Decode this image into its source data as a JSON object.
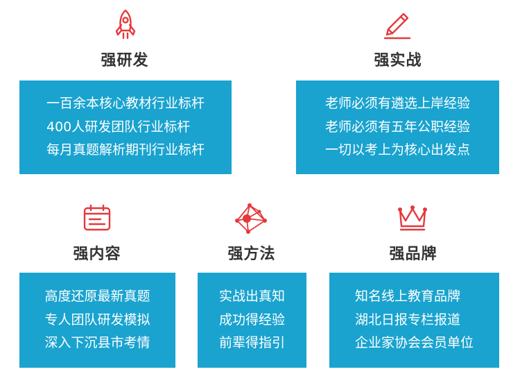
{
  "colors": {
    "accent_red": "#e4393c",
    "box_blue": "#1aa3cf",
    "title": "#333333"
  },
  "features": [
    {
      "icon": "rocket-icon",
      "title": "强研发",
      "lines": [
        "一百余本核心教材行业标杆",
        "400人研发团队行业标杆",
        "每月真题解析期刊行业标杆"
      ]
    },
    {
      "icon": "pencil-icon",
      "title": "强实战",
      "lines": [
        "老师必须有遴选上岸经验",
        "老师必须有五年公职经验",
        "一切以考上为核心出发点"
      ]
    },
    {
      "icon": "calendar-icon",
      "title": "强内容",
      "lines": [
        "高度还原最新真题",
        "专人团队研发模拟",
        "深入下沉县市考情"
      ]
    },
    {
      "icon": "network-icon",
      "title": "强方法",
      "lines": [
        "实战出真知",
        "成功得经验",
        "前辈得指引"
      ]
    },
    {
      "icon": "crown-icon",
      "title": "强品牌",
      "lines": [
        "知名线上教育品牌",
        "湖北日报专栏报道",
        "企业家协会会员单位"
      ]
    }
  ]
}
